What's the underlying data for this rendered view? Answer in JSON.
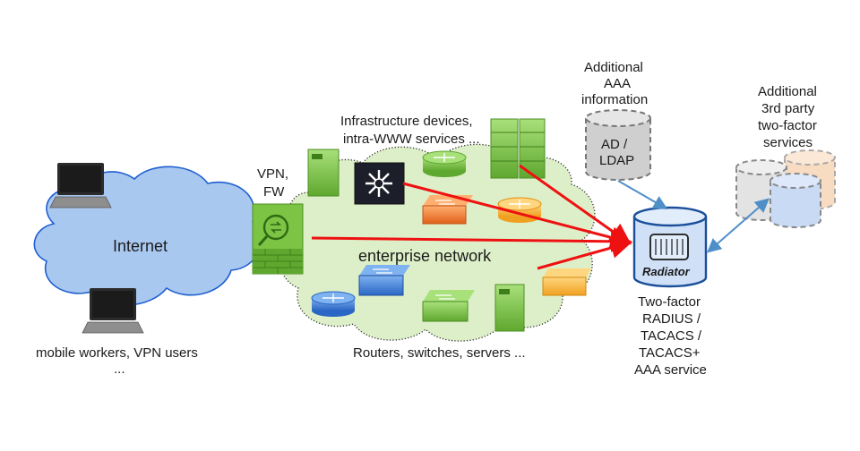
{
  "labels": {
    "internet": "Internet",
    "mobile_workers_line1": "mobile workers, VPN users",
    "mobile_workers_line2": "...",
    "vpn_fw_line1": "VPN,",
    "vpn_fw_line2": "FW",
    "infra_line1": "Infrastructure devices,",
    "infra_line2": "intra-WWW services ...",
    "enterprise_network": "enterprise network",
    "routers_switches": "Routers, switches, servers ...",
    "aaa_info_line1": "Additional",
    "aaa_info_line2": "AAA",
    "aaa_info_line3": "information",
    "ad_ldap_line1": "AD /",
    "ad_ldap_line2": "LDAP",
    "third_party_line1": "Additional",
    "third_party_line2": "3rd party",
    "third_party_line3": "two-factor",
    "third_party_line4": "services",
    "radiator": "Radiator",
    "service_line1": "Two-factor",
    "service_line2": "RADIUS /",
    "service_line3": "TACACS /",
    "service_line4": "TACACS+",
    "service_line5": "AAA service"
  },
  "icons": {
    "laptop": "laptop-icon",
    "firewall": "firewall-icon",
    "router": "router-icon",
    "switch": "switch-icon",
    "server": "server-icon",
    "core_switch": "core-switch-icon",
    "database": "database-icon"
  },
  "colors": {
    "internet_cloud": "#a9c8f0",
    "internet_cloud_stroke": "#1f5fd0",
    "enterprise_cloud": "#ddefc8",
    "enterprise_cloud_stroke": "#2a2a2a",
    "flow_arrow": "#ee1111",
    "link_arrow": "#4f8fc8",
    "green_device": "#7cc443",
    "orange_device": "#ee7722",
    "yellow_device": "#f6b93b",
    "blue_device": "#3f7fd6",
    "radiator_db": "#cfe0f7",
    "radiator_db_stroke": "#1b4f9a",
    "ad_db": "#cfcfcf",
    "third_party_orange": "#f8dcc2",
    "third_party_blue": "#c9daf5"
  }
}
